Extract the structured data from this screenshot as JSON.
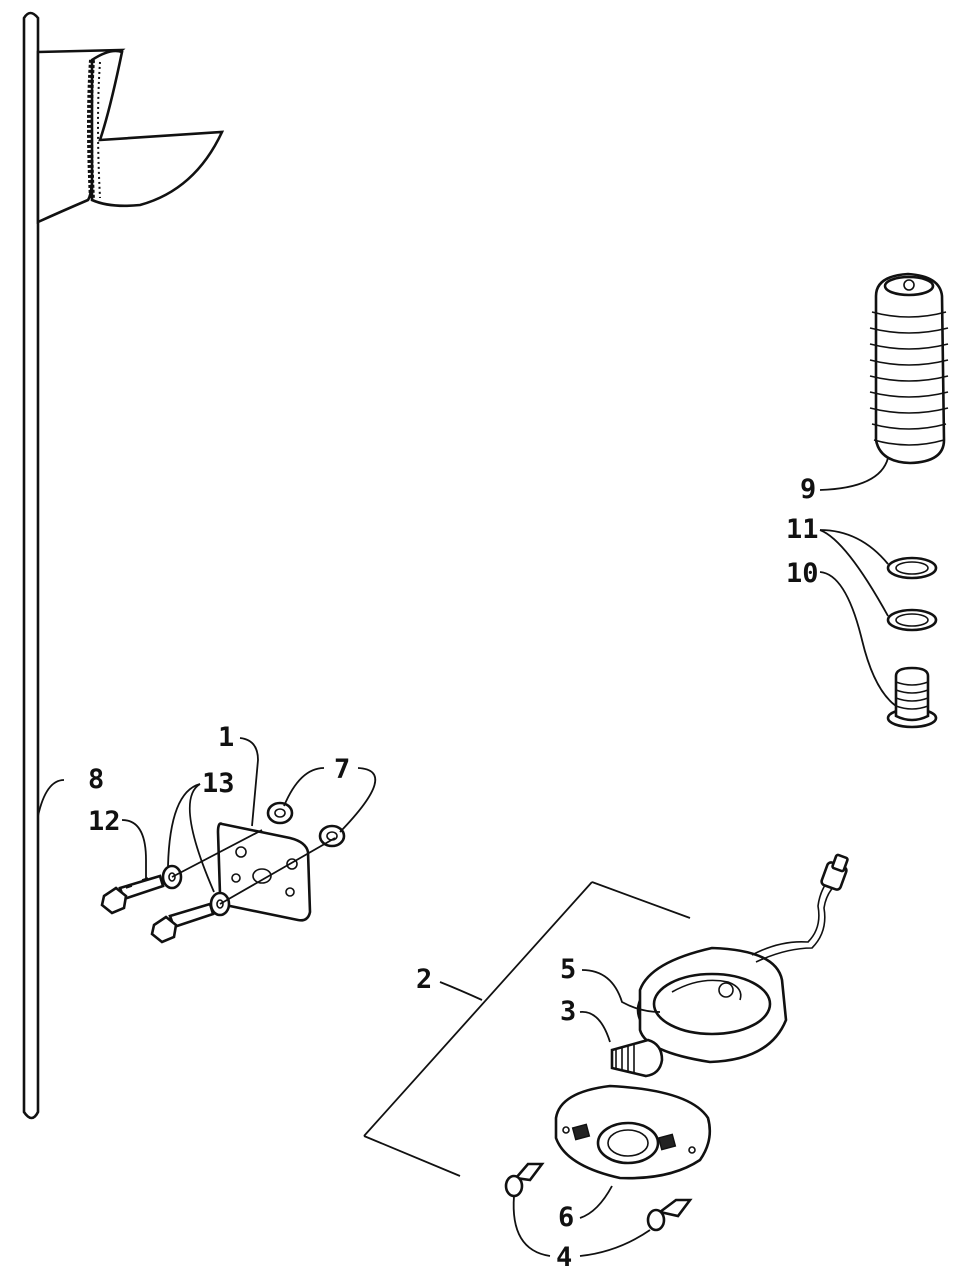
{
  "colors": {
    "ink": "#111111",
    "paper": "#ffffff"
  },
  "callouts": {
    "c1": "1",
    "c2": "2",
    "c3": "3",
    "c4": "4",
    "c5": "5",
    "c6": "6",
    "c7": "7",
    "c8": "8",
    "c9": "9",
    "c10": "10",
    "c11": "11",
    "c12": "12",
    "c13": "13"
  },
  "parts": [
    "whip-pole",
    "flag",
    "mounting-plate",
    "lock-nut",
    "washer",
    "cap-screw",
    "rubber-boot",
    "spring",
    "spring-washer",
    "taillight-assembly",
    "light-housing",
    "bulb",
    "lens",
    "lens-screw"
  ]
}
